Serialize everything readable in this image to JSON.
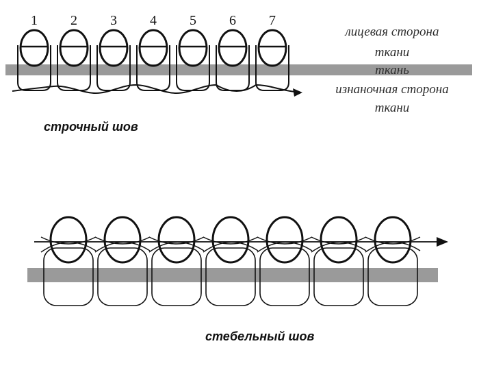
{
  "top_diagram": {
    "stitch_numbers": [
      "1",
      "2",
      "3",
      "4",
      "5",
      "6",
      "7"
    ],
    "labels": {
      "front_line1": "лицевая сторона",
      "front_line2": "ткани",
      "fabric": "ткань",
      "back_line1": "изнаночная сторона",
      "back_line2": "ткани"
    },
    "caption": "строчный шов"
  },
  "bottom_diagram": {
    "caption": "стебельный шов"
  },
  "colors": {
    "fabric": "#9a9a9a",
    "thread": "#111111",
    "label_text": "#2f2f2f"
  }
}
